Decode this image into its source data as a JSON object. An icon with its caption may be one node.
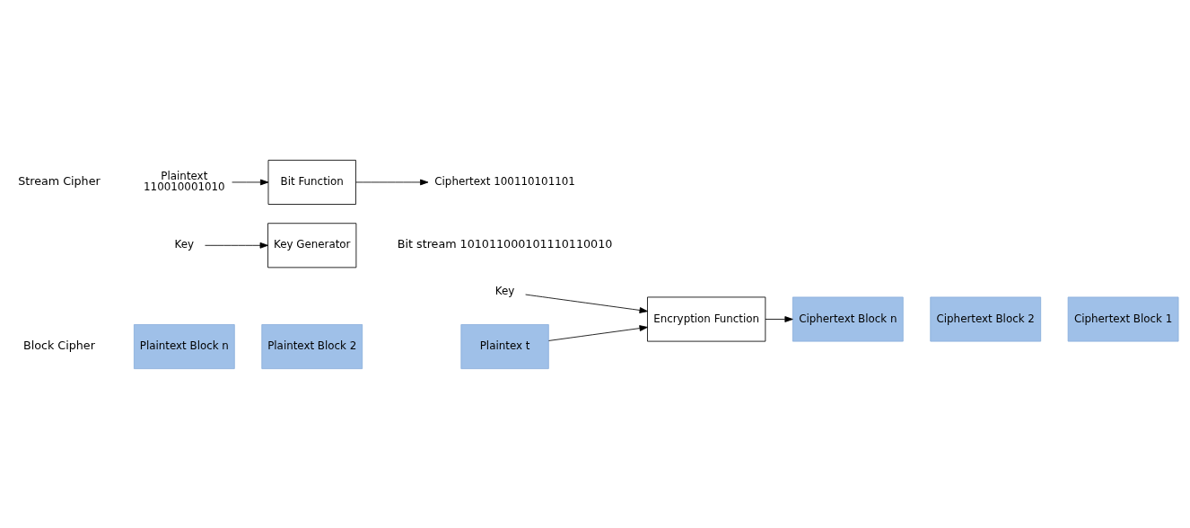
{
  "diagram": {
    "nodes": [
      {
        "text": [
          "Plaintext Block n"
        ]
      },
      {
        "text": [
          "Plaintext Block 2"
        ]
      },
      {
        "text": [
          "Plaintex t"
        ]
      },
      {
        "text": [
          "Key"
        ]
      },
      {
        "text": [
          "Encryption Function"
        ]
      },
      {
        "text": [
          "Ciphertext Block n"
        ]
      },
      {
        "text": [
          "Ciphertext Block 2"
        ]
      },
      {
        "text": [
          "Ciphertext Block 1"
        ]
      },
      {
        "text": [
          "Key"
        ]
      },
      {
        "text": [
          "Key Generator"
        ]
      },
      {
        "text": [
          "Plaintext",
          "110010001010"
        ]
      },
      {
        "text": [
          "Bit Function"
        ]
      },
      {
        "text": [
          "Ciphertext 100110101101"
        ]
      }
    ],
    "edges": [
      {
        "from": 3,
        "to": 4,
        "arrow": "to"
      },
      {
        "from": 2,
        "to": 4,
        "arrow": "to"
      },
      {
        "from": 4,
        "to": 5,
        "arrow": "to"
      },
      {
        "from": 8,
        "to": 9,
        "arrow": "to"
      },
      {
        "from": 10,
        "to": 11,
        "arrow": "to"
      },
      {
        "from": 11,
        "to": 12,
        "arrow": "to"
      }
    ],
    "labels": [
      "Block Cipher",
      "Stream Cipher",
      "Bit stream 101011000101110110010"
    ]
  }
}
